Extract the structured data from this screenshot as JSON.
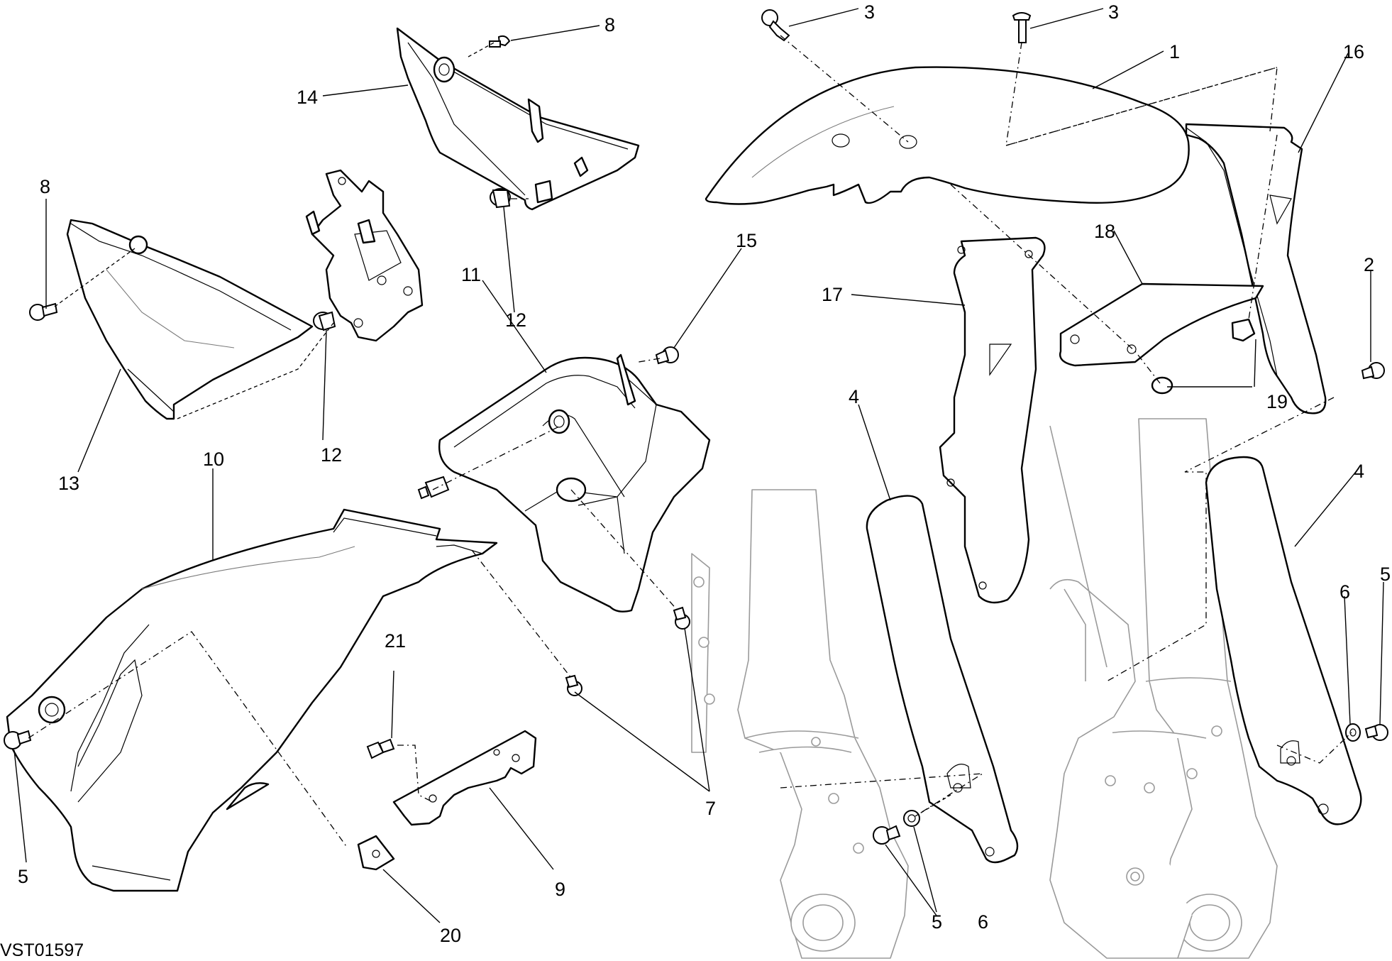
{
  "drawing_code": "VST01597",
  "callouts": [
    {
      "id": "c1",
      "label": "1"
    },
    {
      "id": "c2",
      "label": "2"
    },
    {
      "id": "c3a",
      "label": "3"
    },
    {
      "id": "c3b",
      "label": "3"
    },
    {
      "id": "c4a",
      "label": "4"
    },
    {
      "id": "c4b",
      "label": "4"
    },
    {
      "id": "c5a",
      "label": "5"
    },
    {
      "id": "c5b",
      "label": "5"
    },
    {
      "id": "c5c",
      "label": "5"
    },
    {
      "id": "c6a",
      "label": "6"
    },
    {
      "id": "c6b",
      "label": "6"
    },
    {
      "id": "c7",
      "label": "7"
    },
    {
      "id": "c8a",
      "label": "8"
    },
    {
      "id": "c8b",
      "label": "8"
    },
    {
      "id": "c9",
      "label": "9"
    },
    {
      "id": "c10",
      "label": "10"
    },
    {
      "id": "c11",
      "label": "11"
    },
    {
      "id": "c12a",
      "label": "12"
    },
    {
      "id": "c12b",
      "label": "12"
    },
    {
      "id": "c13",
      "label": "13"
    },
    {
      "id": "c14",
      "label": "14"
    },
    {
      "id": "c15",
      "label": "15"
    },
    {
      "id": "c16",
      "label": "16"
    },
    {
      "id": "c17",
      "label": "17"
    },
    {
      "id": "c18",
      "label": "18"
    },
    {
      "id": "c19",
      "label": "19"
    },
    {
      "id": "c20",
      "label": "20"
    },
    {
      "id": "c21",
      "label": "21"
    }
  ]
}
